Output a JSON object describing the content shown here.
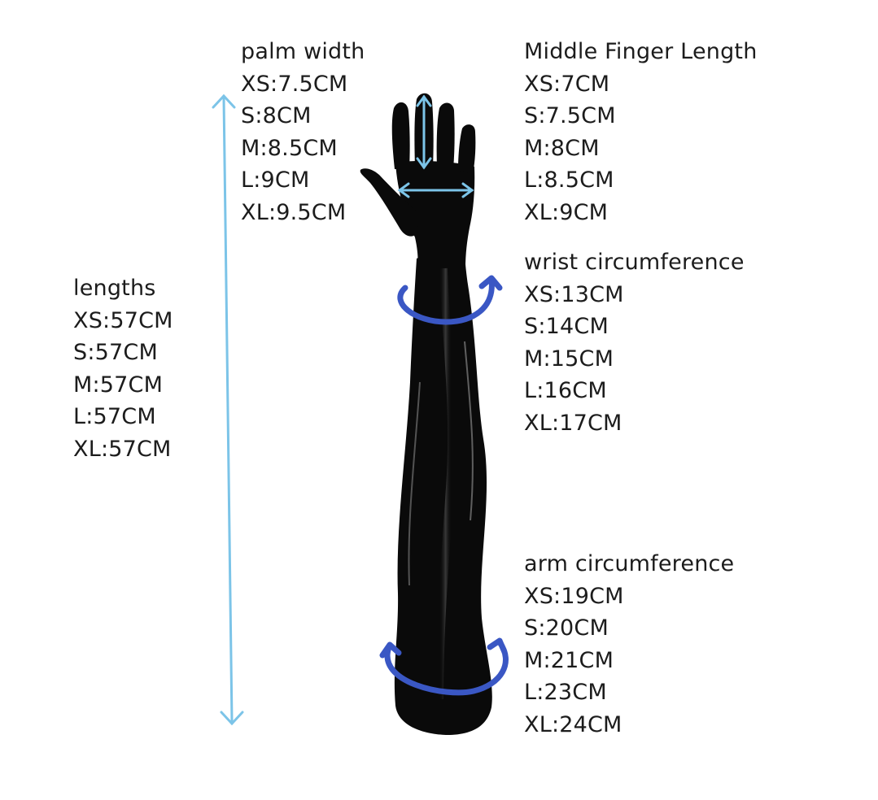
{
  "colors": {
    "measure_line": "#7cc4e8",
    "circumference_arrow": "#3a57c4",
    "glove": "#0a0a0a",
    "text": "#1c1c1c"
  },
  "specs": {
    "palm_width": {
      "title": "palm width",
      "sizes": [
        "XS:7.5CM",
        "S:8CM",
        "M:8.5CM",
        "L:9CM",
        "XL:9.5CM"
      ]
    },
    "middle_finger_length": {
      "title": "Middle Finger Length",
      "sizes": [
        "XS:7CM",
        "S:7.5CM",
        "M:8CM",
        "L:8.5CM",
        "XL:9CM"
      ]
    },
    "lengths": {
      "title": "lengths",
      "sizes": [
        "XS:57CM",
        "S:57CM",
        "M:57CM",
        "L:57CM",
        "XL:57CM"
      ]
    },
    "wrist_circumference": {
      "title": "wrist circumference",
      "sizes": [
        "XS:13CM",
        "S:14CM",
        "M:15CM",
        "L:16CM",
        "XL:17CM"
      ]
    },
    "arm_circumference": {
      "title": "arm circumference",
      "sizes": [
        "XS:19CM",
        "S:20CM",
        "M:21CM",
        "L:23CM",
        "XL:24CM"
      ]
    }
  }
}
